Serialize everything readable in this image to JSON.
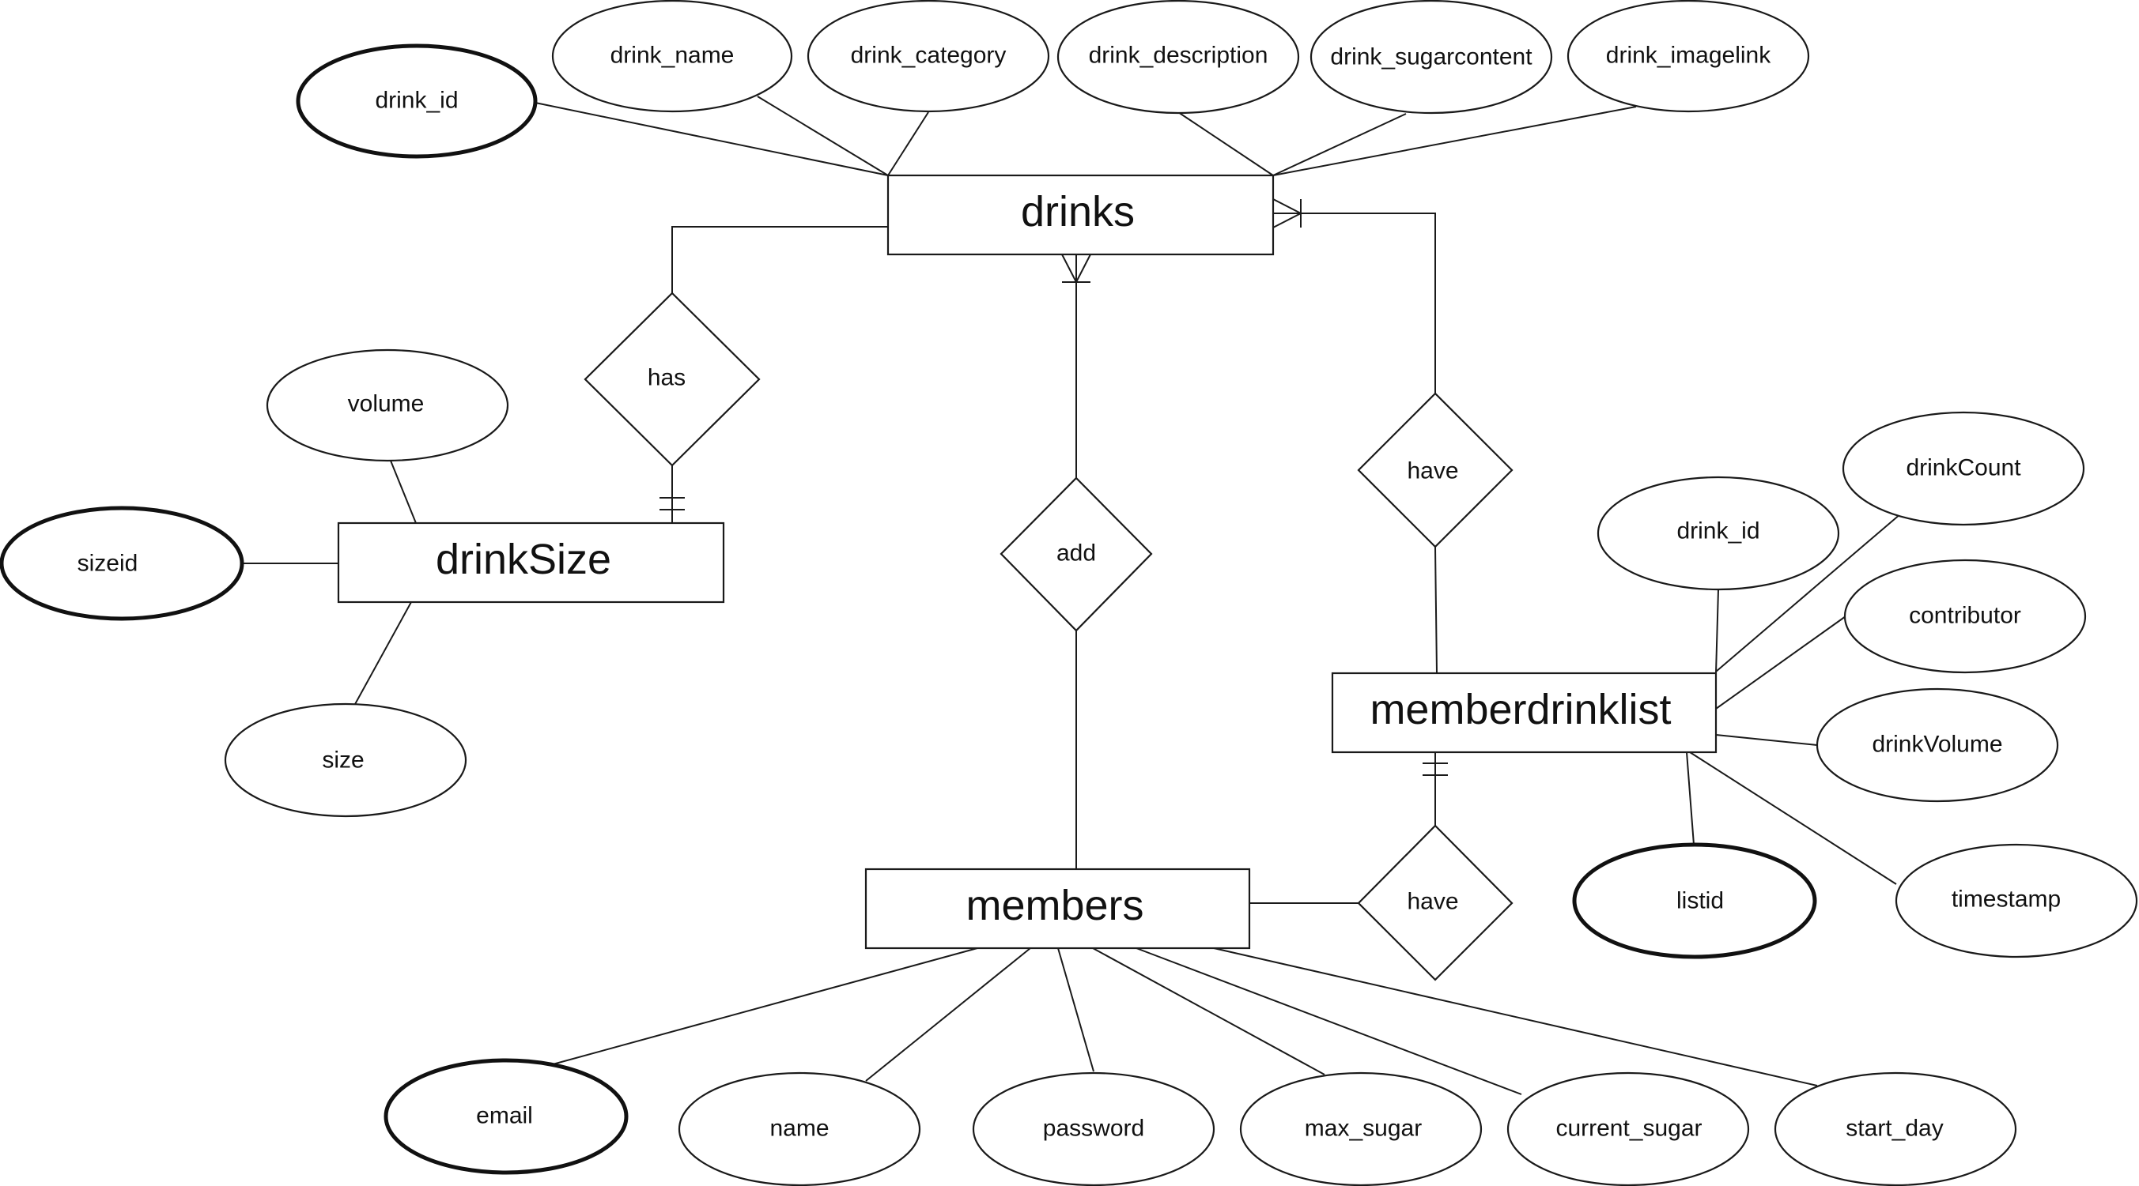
{
  "entities": {
    "drinks": "drinks",
    "drinkSize": "drinkSize",
    "members": "members",
    "memberdrinklist": "memberdrinklist"
  },
  "relationships": {
    "has": "has",
    "add": "add",
    "have_top": "have",
    "have_bottom": "have"
  },
  "attributes": {
    "drinks": {
      "drink_id": "drink_id",
      "drink_name": "drink_name",
      "drink_category": "drink_category",
      "drink_description": "drink_description",
      "drink_sugarcontent": "drink_sugarcontent",
      "drink_imagelink": "drink_imagelink"
    },
    "drinkSize": {
      "volume": "volume",
      "sizeid": "sizeid",
      "size": "size"
    },
    "memberdrinklist": {
      "drink_id": "drink_id",
      "drinkCount": "drinkCount",
      "contributor": "contributor",
      "drinkVolume": "drinkVolume",
      "listid": "listid",
      "timestamp": "timestamp"
    },
    "members": {
      "email": "email",
      "name": "name",
      "password": "password",
      "max_sugar": "max_sugar",
      "current_sugar": "current_sugar",
      "start_day": "start_day"
    }
  }
}
